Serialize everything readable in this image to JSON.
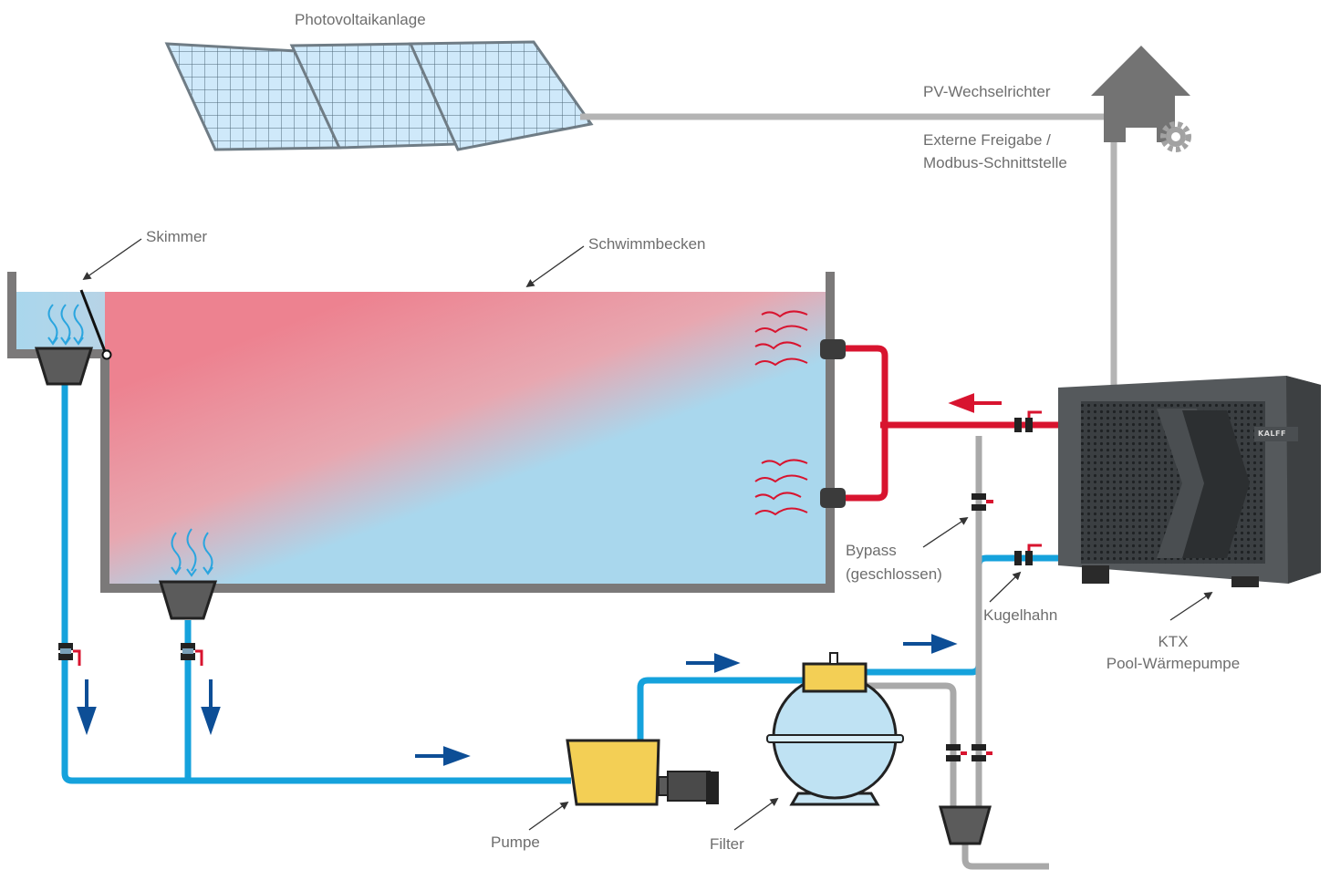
{
  "labels": {
    "photovoltaik": "Photovoltaikanlage",
    "inverter": "PV-Wechselrichter",
    "external_line1": "Externe Freigabe /",
    "external_line2": "Modbus-Schnittstelle",
    "skimmer": "Skimmer",
    "pool": "Schwimmbecken",
    "bypass_line1": "Bypass",
    "bypass_line2": "(geschlossen)",
    "ball_valve": "Kugelhahn",
    "heat_pump_line1": "KTX",
    "heat_pump_line2": "Pool-Wärmepumpe",
    "pump": "Pumpe",
    "filter": "Filter"
  },
  "heat_pump_brand": "KALFF",
  "colors": {
    "cold_water": "#15a2dc",
    "warm_water": "#d8142f",
    "flow_arrow": "#0d4e96",
    "cable": "#b4b4b4",
    "pool_wall": "#7b7979",
    "pool_cold": "#a9d7ed",
    "pool_warm": "#ed8290",
    "pump_yellow": "#f3cf55",
    "filter_tank": "#bfe2f3",
    "heat_pump_body": "#55595c"
  },
  "icons": [
    "solar-panel-icon",
    "house-icon",
    "gear-icon",
    "skimmer-icon",
    "floor-drain-icon",
    "heat-waves-icon",
    "ball-valve-icon",
    "flow-arrow-icon"
  ]
}
